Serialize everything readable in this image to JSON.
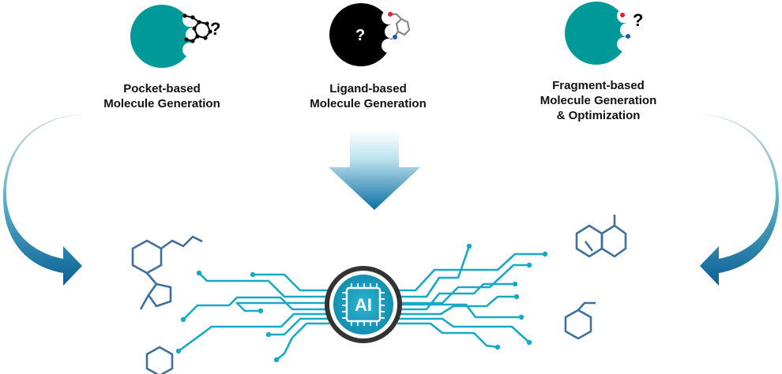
{
  "approaches": [
    {
      "lines": [
        "Pocket-based",
        "Molecule Generation"
      ]
    },
    {
      "lines": [
        "Ligand-based",
        "Molecule Generation"
      ]
    },
    {
      "lines": [
        "Fragment-based",
        "Molecule Generation",
        "& Optimization"
      ]
    }
  ],
  "pocket_marker": "?",
  "chip_label": "AI",
  "colors": {
    "teal": "#009999",
    "black": "#000000",
    "circuit": "#1aa9c4",
    "molecule": "#3f6f9c",
    "arrow_dark": "#0a5f96",
    "arrow_light": "#cfd3d6",
    "chip_ring": "#333333"
  }
}
